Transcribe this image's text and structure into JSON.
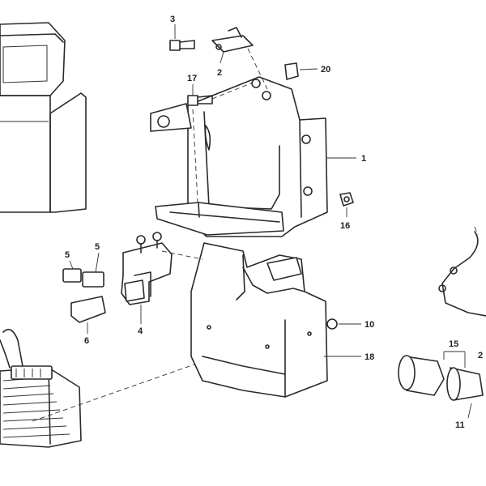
{
  "callouts": {
    "c1": "1",
    "c2": "2",
    "c2b": "2",
    "c3": "3",
    "c4": "4",
    "c5a": "5",
    "c5b": "5",
    "c6": "6",
    "c10": "10",
    "c11": "11",
    "c15": "15",
    "c16": "16",
    "c17": "17",
    "c18": "18",
    "c20": "20"
  }
}
